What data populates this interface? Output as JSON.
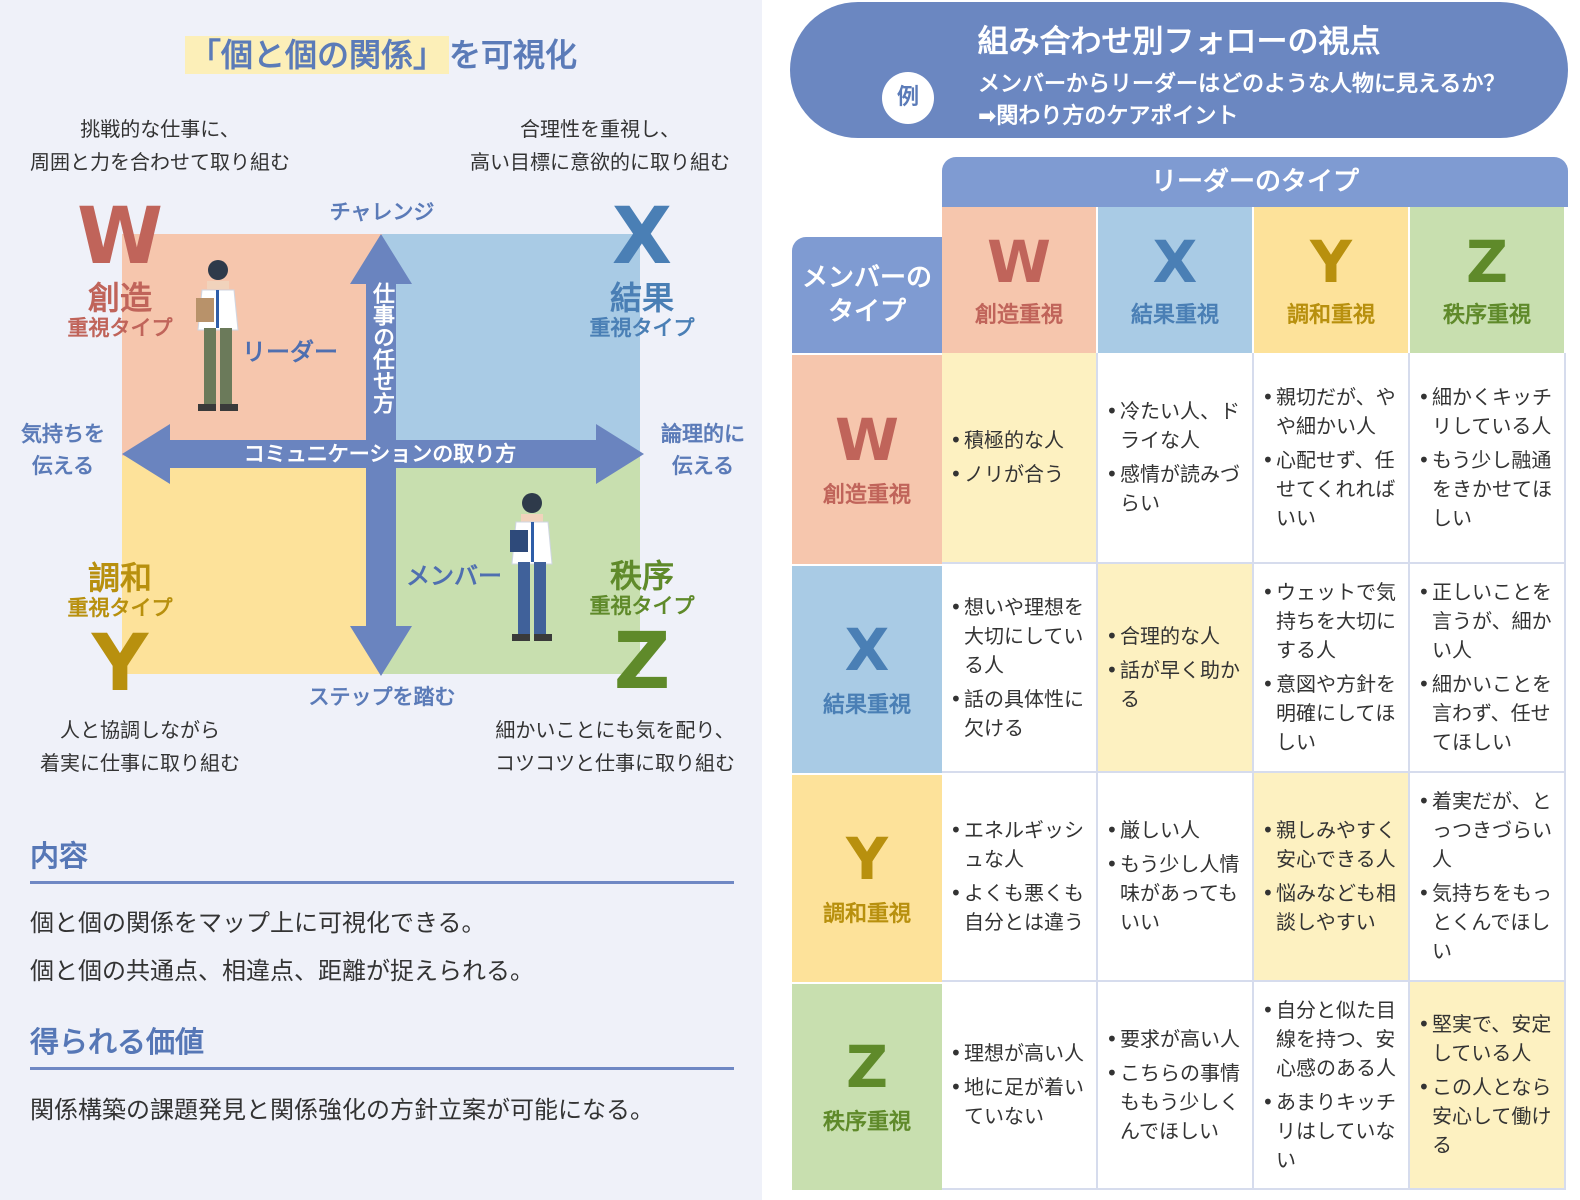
{
  "left": {
    "title_pre": "「個と個の関係」",
    "title_post": "を可視化",
    "quadrants": {
      "W": {
        "letter": "W",
        "name": "創造",
        "sub": "重視タイプ",
        "desc": [
          "挑戦的な仕事に、",
          "周囲と力を合わせて取り組む"
        ],
        "color": "#c0645a"
      },
      "X": {
        "letter": "X",
        "name": "結果",
        "sub": "重視タイプ",
        "desc": [
          "合理性を重視し、",
          "高い目標に意欲的に取り組む"
        ],
        "color": "#4a7fb5"
      },
      "Y": {
        "letter": "Y",
        "name": "調和",
        "sub": "重視タイプ",
        "desc": [
          "人と協調しながら",
          "着実に仕事に取り組む"
        ],
        "color": "#b8900e"
      },
      "Z": {
        "letter": "Z",
        "name": "秩序",
        "sub": "重視タイプ",
        "desc": [
          "細かいことにも気を配り、",
          "コツコツと仕事に取り組む"
        ],
        "color": "#5f8a2a"
      }
    },
    "axis": {
      "top": "チャレンジ",
      "bottom": "ステップを踏む",
      "left": [
        "気持ちを",
        "伝える"
      ],
      "right": [
        "論理的に",
        "伝える"
      ],
      "vertical": "仕事の任せ方",
      "horizontal": "コミュニケーションの取り方"
    },
    "leader_label": "リーダー",
    "member_label": "メンバー",
    "content_heading": "内容",
    "content_lines": [
      "個と個の関係をマップ上に可視化できる。",
      "個と個の共通点、相違点、距離が捉えられる。"
    ],
    "value_heading": "得られる価値",
    "value_line": "関係構築の課題発見と関係強化の方針立案が可能になる。"
  },
  "right": {
    "banner_title": "組み合わせ別フォローの視点",
    "example_badge": "例",
    "banner_line1": "メンバーからリーダーはどのような人物に見えるか？",
    "banner_line2": "➡関わり方のケアポイント",
    "leader_header": "リーダーのタイプ",
    "member_header": [
      "メンバーの",
      "タイプ"
    ],
    "columns": [
      {
        "letter": "W",
        "name": "創造重視",
        "bg": "#f6c6ad",
        "color": "#c0645a"
      },
      {
        "letter": "X",
        "name": "結果重視",
        "bg": "#a9cbe5",
        "color": "#4a7fb5"
      },
      {
        "letter": "Y",
        "name": "調和重視",
        "bg": "#fde29a",
        "color": "#b8900e"
      },
      {
        "letter": "Z",
        "name": "秩序重視",
        "bg": "#c8dfaf",
        "color": "#5f8a2a"
      }
    ],
    "rows": [
      {
        "letter": "W",
        "name": "創造重視",
        "bg": "#f6c6ad",
        "color": "#c0645a",
        "cells": [
          [
            "積極的な人",
            "ノリが合う"
          ],
          [
            "冷たい人、ドライな人",
            "感情が読みづらい"
          ],
          [
            "親切だが、やや細かい人",
            "心配せず、任せてくれればいい"
          ],
          [
            "細かくキッチリしている人",
            "もう少し融通をきかせてほしい"
          ]
        ]
      },
      {
        "letter": "X",
        "name": "結果重視",
        "bg": "#a9cbe5",
        "color": "#4a7fb5",
        "cells": [
          [
            "想いや理想を大切にしている人",
            "話の具体性に欠ける"
          ],
          [
            "合理的な人",
            "話が早く助かる"
          ],
          [
            "ウェットで気持ちを大切にする人",
            "意図や方針を明確にしてほしい"
          ],
          [
            "正しいことを言うが、細かい人",
            "細かいことを言わず、任せてほしい"
          ]
        ]
      },
      {
        "letter": "Y",
        "name": "調和重視",
        "bg": "#fde29a",
        "color": "#b8900e",
        "cells": [
          [
            "エネルギッシュな人",
            "よくも悪くも自分とは違う"
          ],
          [
            "厳しい人",
            "もう少し人情味があってもいい"
          ],
          [
            "親しみやすく安心できる人",
            "悩みなども相談しやすい"
          ],
          [
            "着実だが、とっつきづらい人",
            "気持ちをもっとくんでほしい"
          ]
        ]
      },
      {
        "letter": "Z",
        "name": "秩序重視",
        "bg": "#c8dfaf",
        "color": "#5f8a2a",
        "cells": [
          [
            "理想が高い人",
            "地に足が着いていない"
          ],
          [
            "要求が高い人",
            "こちらの事情ももう少しくんでほしい"
          ],
          [
            "自分と似た目線を持つ、安心感のある人",
            "あまりキッチリはしていない"
          ],
          [
            "堅実で、安定している人",
            "この人となら安心して働ける"
          ]
        ]
      }
    ]
  }
}
